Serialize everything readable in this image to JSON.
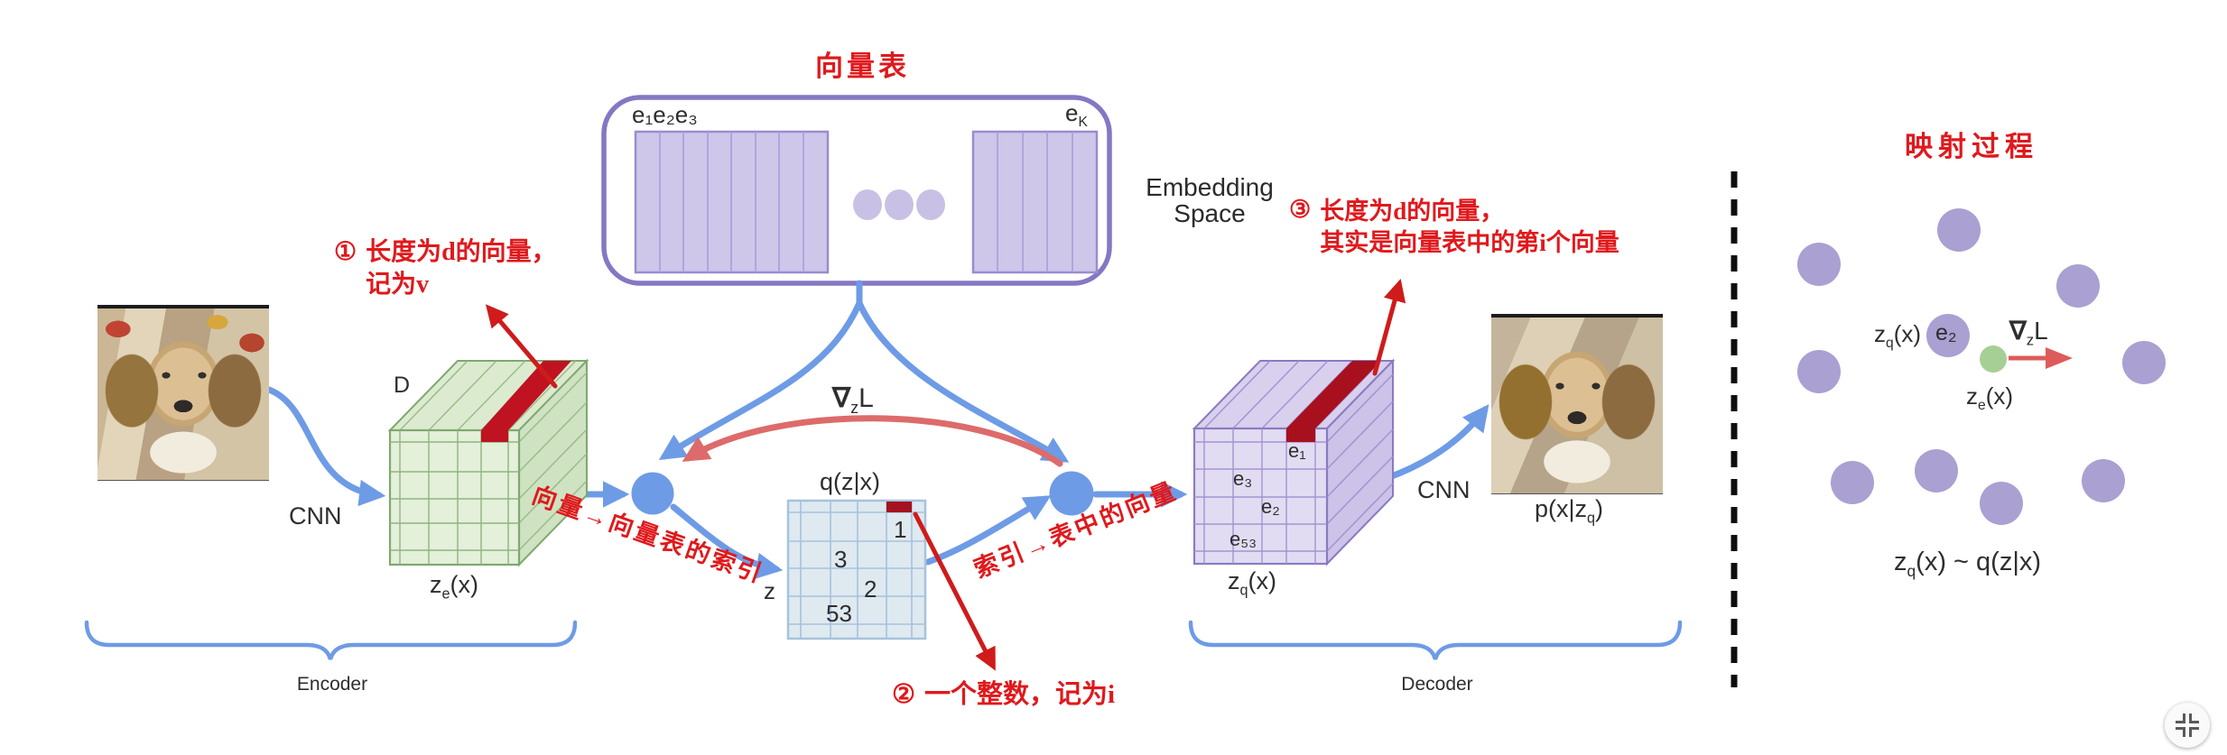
{
  "codebook": {
    "title": "向量表",
    "labels_left": "e₁e₂e₃",
    "label_right_pre": "e",
    "label_right_sub": "K",
    "space_line1": "Embedding",
    "space_line2": "Space"
  },
  "encoder": {
    "cnn": "CNN",
    "dim": "D",
    "ze_pre": "z",
    "ze_sub": "e",
    "ze_post": "(x)",
    "label": "Encoder"
  },
  "assign": {
    "title": "q(z|x)",
    "z": "z",
    "v1": "1",
    "v2": "3",
    "v3": "2",
    "v4": "53",
    "grad_pre": "∇",
    "grad_sub": "z",
    "grad_post": "L"
  },
  "decoder": {
    "cnn": "CNN",
    "out_pre": "p(x|z",
    "out_sub": "q",
    "out_post": ")",
    "zq_pre": "z",
    "zq_sub": "q",
    "zq_post": "(x)",
    "e1": "e₁",
    "e3": "e₃",
    "e2": "e₂",
    "e53": "e₅₃",
    "label": "Decoder"
  },
  "annotations": {
    "a1_num": "①",
    "a1_line1": "长度为d的向量，",
    "a1_line2": "记为v",
    "a2_num": "②",
    "a2_text": "一个整数，记为i",
    "a3_num": "③",
    "a3_line1": "长度为d的向量，",
    "a3_line2": "其实是向量表中的第i个向量",
    "flow_left": "向量→向量表的索引",
    "flow_right": "索引→表中的向量"
  },
  "mapping": {
    "title": "映射过程",
    "zq_pre": "z",
    "zq_sub": "q",
    "zq_post": "(x)",
    "e2": "e₂",
    "ze_pre": "z",
    "ze_sub": "e",
    "ze_post": "(x)",
    "grad_pre": "∇",
    "grad_sub": "z",
    "grad_post": "L",
    "formula_pre": "z",
    "formula_sub": "q",
    "formula_post": "(x) ~ q(z|x)"
  },
  "colors": {
    "annotation_red": "#e0191c",
    "arrow_blue": "#6e9be6",
    "gradient_salmon": "#dd6b6b",
    "highlight_red": "#b01322",
    "codebook_purple": "#8677c4",
    "dot_purple": "#aaa0d2",
    "green_dot": "#a6cf95",
    "cube_green": "#e4f0da",
    "cube_purple": "#e2dcf2",
    "table_blue": "#dfe9f0"
  }
}
